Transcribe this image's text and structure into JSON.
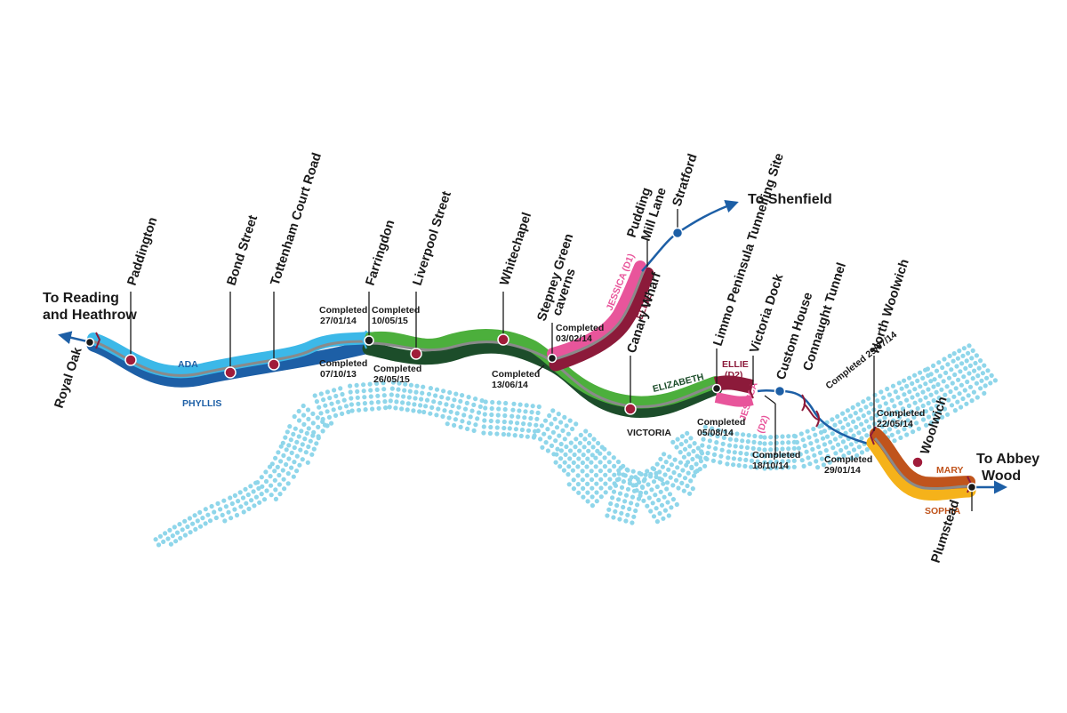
{
  "colors": {
    "river": "#8fd6ea",
    "ada": "#3cb8e8",
    "phyllis": "#1d5fa6",
    "green": "#4caf3c",
    "dark_green": "#1c4d2a",
    "jessica": "#e8559b",
    "ellie": "#8c1a3a",
    "mary": "#c0541c",
    "sophia": "#f5b21a",
    "station": "#a01c3a",
    "blue_node": "#1d5fa6"
  },
  "destinations": {
    "west": [
      "To Reading",
      "and Heathrow"
    ],
    "east": "To Shenfield",
    "southeast": [
      "To Abbey",
      "Wood"
    ]
  },
  "stations": {
    "royal_oak": "Royal Oak",
    "paddington": "Paddington",
    "bond_street": "Bond Street",
    "tottenham": "Tottenham Court Road",
    "farringdon": "Farringdon",
    "liverpool": "Liverpool Street",
    "whitechapel": "Whitechapel",
    "stepney": [
      "Stepney Green",
      "caverns"
    ],
    "pudding": [
      "Pudding",
      "Mill Lane"
    ],
    "stratford": "Stratford",
    "canary": "Canary Wharf",
    "limmo": "Limmo Peninsula Tunnelling Site",
    "victoria_dock": "Victoria Dock",
    "custom_house": "Custom House",
    "connaught": "Connaught Tunnel",
    "north_woolwich": "North Woolwich",
    "woolwich": "Woolwich",
    "plumstead": "Plumstead"
  },
  "tbms": {
    "ada": "ADA",
    "phyllis": "PHYLLIS",
    "victoria": "VICTORIA",
    "elizabeth": "ELIZABETH",
    "jessica_d1": "JESSICA (D1)",
    "ellie": "ELLIE",
    "ellie_d2": [
      "ELLIE",
      "(D2)"
    ],
    "jessica_d2": [
      "JESSICA",
      "(D2)"
    ],
    "mary": "MARY",
    "sophia": "SOPHIA"
  },
  "completions": {
    "c1": [
      "Completed",
      "27/01/14"
    ],
    "c2": [
      "Completed",
      "07/10/13"
    ],
    "c3": [
      "Completed",
      "10/05/15"
    ],
    "c4": [
      "Completed",
      "26/05/15"
    ],
    "c5": [
      "Completed",
      "03/02/14"
    ],
    "c6": [
      "Completed",
      "13/06/14"
    ],
    "c7": [
      "Completed",
      "05/08/14"
    ],
    "c8": [
      "Completed",
      "18/10/14"
    ],
    "c9": "Completed 29/07/14",
    "c10": [
      "Completed",
      "22/05/14"
    ],
    "c11": [
      "Completed",
      "29/01/14"
    ]
  }
}
